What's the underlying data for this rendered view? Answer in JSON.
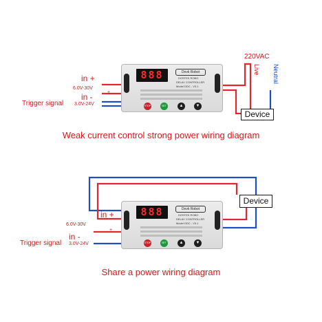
{
  "diagram1": {
    "ac_label": "220VAC",
    "live_label": "Live",
    "neutral_label": "Neutral",
    "device_label": "Device",
    "in_plus": "in +",
    "range_6_30": "6.0V-30V",
    "in_minus": "in -",
    "trigger_label": "Trigger signal",
    "range_3_24": "3.0V-24V",
    "plus_mark": "+",
    "minus_mark": "-",
    "caption": "Weak current control strong power wiring diagram"
  },
  "diagram2": {
    "device_label": "Device",
    "in_plus": "in +",
    "range_6_30": "6.0V-30V",
    "in_minus": "in -",
    "trigger_label": "Trigger signal",
    "range_3_24": "3.0V-24V",
    "plus_mark": "+",
    "minus_mark": "-",
    "caption": "Share a power wiring diagram"
  },
  "module": {
    "display": "888",
    "brand": "Dovk Robot",
    "info_line1": "DOSTEK ROBO",
    "info_line2": "DELAY CONTROLLER",
    "model": "Model DDC - V3.1",
    "btn_stop": "STOP",
    "btn_set": "SET",
    "btn_up": "▲",
    "btn_down": "▼"
  },
  "colors": {
    "red_wire": "#e0262e",
    "blue_wire": "#1f4fbf",
    "label_red": "#d11a1a"
  }
}
